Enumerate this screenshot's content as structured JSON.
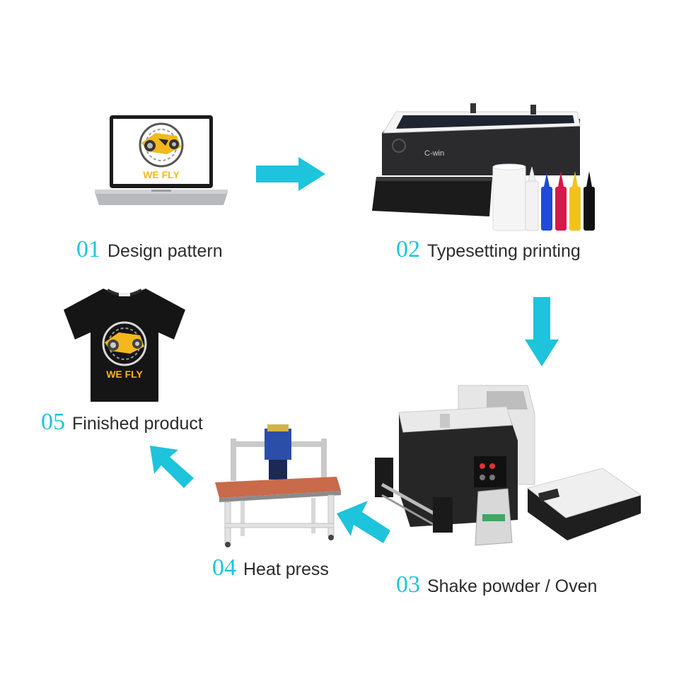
{
  "steps": [
    {
      "num": "01",
      "label": "Design pattern"
    },
    {
      "num": "02",
      "label": "Typesetting printing"
    },
    {
      "num": "03",
      "label": "Shake powder / Oven"
    },
    {
      "num": "04",
      "label": "Heat press"
    },
    {
      "num": "05",
      "label": "Finished product"
    }
  ],
  "branding": {
    "design_text": "WE FLY",
    "printer_brand": "C-win"
  },
  "colors": {
    "accent": "#1ec3dc",
    "label_text": "#2c2c2c",
    "ink": [
      "#f2f2f2",
      "#1f4bd8",
      "#d6194a",
      "#f3c21a",
      "#111111"
    ]
  }
}
